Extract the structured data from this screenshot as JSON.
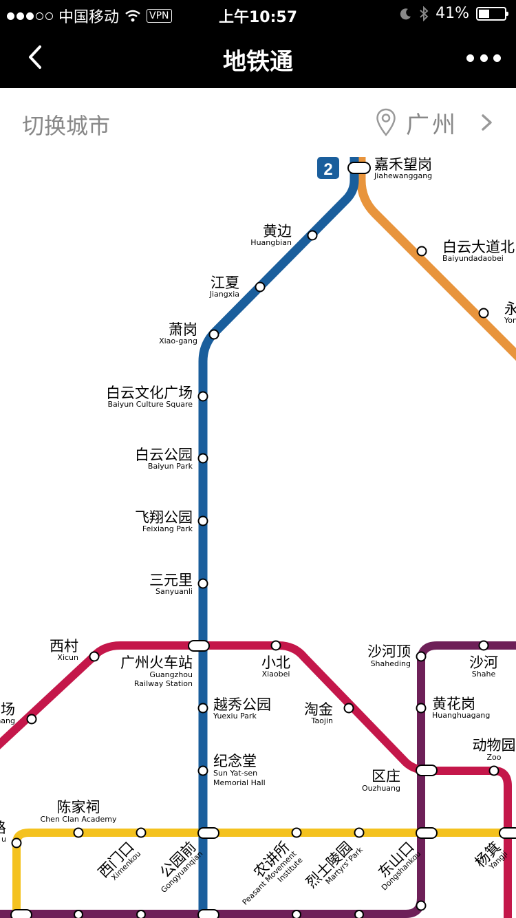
{
  "status": {
    "carrier": "中国移动",
    "vpn": "VPN",
    "time": "上午10:57",
    "battery": "41%",
    "battery_level": 0.41
  },
  "nav": {
    "title": "地铁通"
  },
  "city_bar": {
    "switch_label": "切换城市",
    "city": "广州"
  },
  "colors": {
    "line2": "#1a5e9c",
    "line3": "#e8943c",
    "line5": "#c4174a",
    "line1": "#f4c21f",
    "line6": "#6e2058"
  },
  "line_badge": "2",
  "stations": {
    "jiahewanggang": {
      "cn": "嘉禾望岗",
      "en": "Jiahewanggang"
    },
    "huangbian": {
      "cn": "黄边",
      "en": "Huangbian"
    },
    "jiangxia": {
      "cn": "江夏",
      "en": "Jiangxia"
    },
    "xiaogang": {
      "cn": "萧岗",
      "en": "Xiao-gang"
    },
    "baiyun_culture": {
      "cn": "白云文化广场",
      "en": "Baiyun Culture Square"
    },
    "baiyun_park": {
      "cn": "白云公园",
      "en": "Baiyun Park"
    },
    "feixiang_park": {
      "cn": "飞翔公园",
      "en": "Feixiang Park"
    },
    "sanyuanli": {
      "cn": "三元里",
      "en": "Sanyuanli"
    },
    "baiyundadaobei": {
      "cn": "白云大道北",
      "en": "Baiyundadaobei"
    },
    "yong": {
      "cn": "永",
      "en": "Yon"
    },
    "xicun": {
      "cn": "西村",
      "en": "Xicun"
    },
    "chang": {
      "cn": "场",
      "en": "hang"
    },
    "railway": {
      "cn": "广州火车站",
      "en1": "Guangzhou",
      "en2": "Railway Station"
    },
    "xiaobei": {
      "cn": "小北",
      "en": "Xiaobei"
    },
    "taojin": {
      "cn": "淘金",
      "en": "Taojin"
    },
    "yuexiu": {
      "cn": "越秀公园",
      "en": "Yuexiu Park"
    },
    "jiniantang": {
      "cn": "纪念堂",
      "en1": "Sun Yat-sen",
      "en2": "Memorial Hall"
    },
    "shahedding": {
      "cn": "沙河顶",
      "en": "Shaheding"
    },
    "shahe": {
      "cn": "沙河",
      "en": "Shahe"
    },
    "huanghuagang": {
      "cn": "黄花岗",
      "en": "Huanghuagang"
    },
    "zoo": {
      "cn": "动物园",
      "en": "Zoo"
    },
    "ouzhuang": {
      "cn": "区庄",
      "en": "Ouzhuang"
    },
    "chenjiaci": {
      "cn": "陈家祠",
      "en": "Chen Clan Academy"
    },
    "lu": {
      "cn": "路",
      "en": "u"
    },
    "ximenkou": {
      "cn": "西门口",
      "en": "Ximenkou"
    },
    "gongyuanqian": {
      "cn": "公园前",
      "en": "Gongyuanqian"
    },
    "nongjiangsuo": {
      "cn": "农讲所",
      "en1": "Peasant Movement",
      "en2": "Institute"
    },
    "lieshilingyuan": {
      "cn": "烈士陵园",
      "en1": "Martyrs'",
      "en2": "Park"
    },
    "dongshankou": {
      "cn": "东山口",
      "en": "Dongshankou"
    },
    "yangji": {
      "cn": "杨箕",
      "en": "Yangji"
    }
  }
}
